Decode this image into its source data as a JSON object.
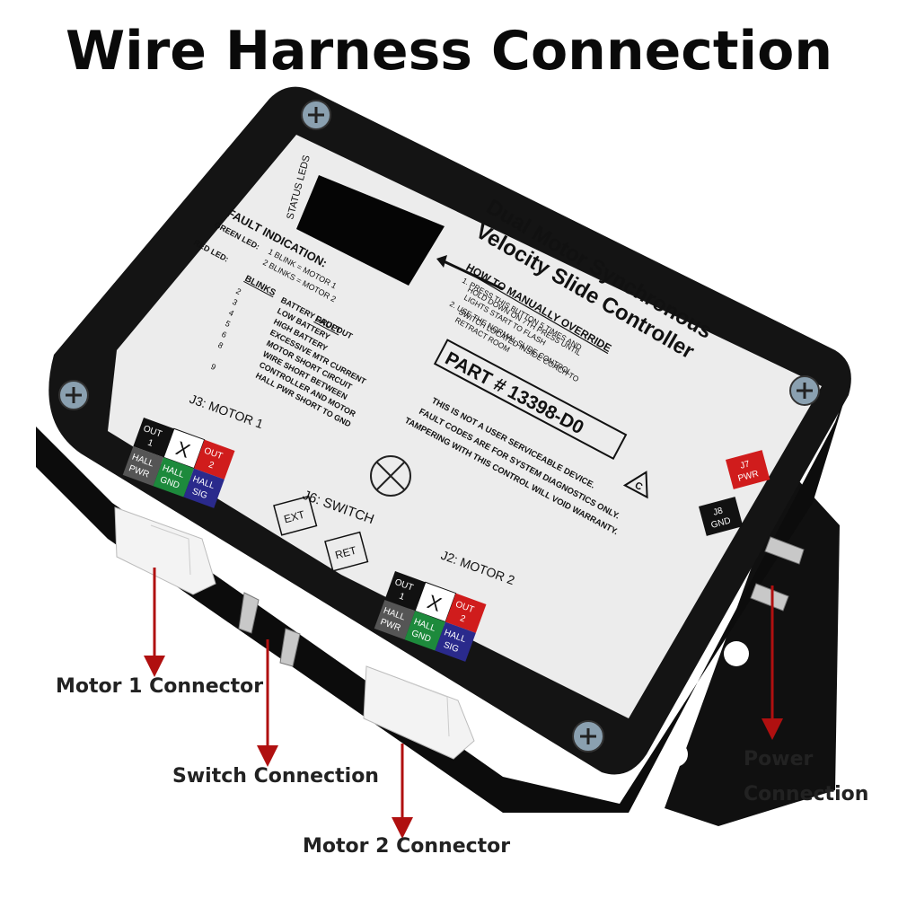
{
  "title": "Wire Harness Connection",
  "device": {
    "product_name_line1": "Dual Motor Synchronous",
    "product_name_line2": "Velocity Slide Controller",
    "status_leds_label": "STATUS LEDS",
    "fault_heading": "FAULT INDICATION:",
    "green_led_label": "GREEN LED:",
    "green_led_text1": "1 BLINK = MOTOR 1",
    "green_led_text2": "2 BLINKS = MOTOR 2",
    "red_led_label": "RED LED:",
    "blinks_heading": "BLINKS",
    "fault_col_heading": "FAULT",
    "fault_codes": [
      {
        "blinks": "2",
        "fault": "BATTERY DROPOUT"
      },
      {
        "blinks": "3",
        "fault": "LOW BATTERY"
      },
      {
        "blinks": "4",
        "fault": "HIGH BATTERY"
      },
      {
        "blinks": "5",
        "fault": "EXCESSIVE MTR CURRENT"
      },
      {
        "blinks": "6",
        "fault": "MOTOR SHORT CIRCUIT"
      },
      {
        "blinks": "8",
        "fault": "WIRE SHORT BETWEEN"
      },
      {
        "blinks": "",
        "fault": "CONTROLLER AND MOTOR"
      },
      {
        "blinks": "9",
        "fault": "HALL PWR SHORT TO GND"
      }
    ],
    "override_heading": "HOW TO MANUALLY OVERRIDE",
    "override_steps": [
      "1.  PRESS THIS BUTTON 5 TIMES AND",
      "HOLD DOWN ON 7TH PRESS UNTIL",
      "LIGHTS START TO FLASH",
      "2.  USE THE NORMAL SLIDE CONTROL",
      "SWITCH LOCATED INSIDE COACH TO",
      "RETRACT ROOM"
    ],
    "part_number": "PART # 13398-D0",
    "warning_lines": [
      "THIS IS NOT A USER SERVICEABLE DEVICE.",
      "FAULT CODES ARE FOR SYSTEM DIAGNOSTICS ONLY.",
      "TAMPERING WITH THIS CONTROL WILL VOID WARRANTY."
    ],
    "j3_label": "J3: MOTOR 1",
    "j2_label": "J2: MOTOR 2",
    "j6_label": "J6: SWITCH",
    "switch_ext": "EXT",
    "switch_ret": "RET",
    "pins": {
      "out1_a": "OUT",
      "out1_b": "1",
      "x": "X",
      "out2_a": "OUT",
      "out2_b": "2",
      "hall_pwr_a": "HALL",
      "hall_pwr_b": "PWR",
      "hall_gnd_a": "HALL",
      "hall_gnd_b": "GND",
      "hall_sig_a": "HALL",
      "hall_sig_b": "SIG"
    },
    "j7_a": "J7",
    "j7_b": "PWR",
    "j8_a": "J8",
    "j8_b": "GND",
    "cert_mark": "C"
  },
  "callouts": {
    "motor1": "Motor 1 Connector",
    "switch": "Switch Connection",
    "motor2": "Motor 2 Connector",
    "power_line1": "Power",
    "power_line2": "Connection"
  },
  "colors": {
    "housing": "#121212",
    "label_face": "#ececec",
    "pin_black": "#111111",
    "pin_red": "#d01c1c",
    "pin_green": "#1d8a3c",
    "pin_blue": "#2a2a8c",
    "pin_gray": "#555555",
    "arrow": "#b01010"
  }
}
